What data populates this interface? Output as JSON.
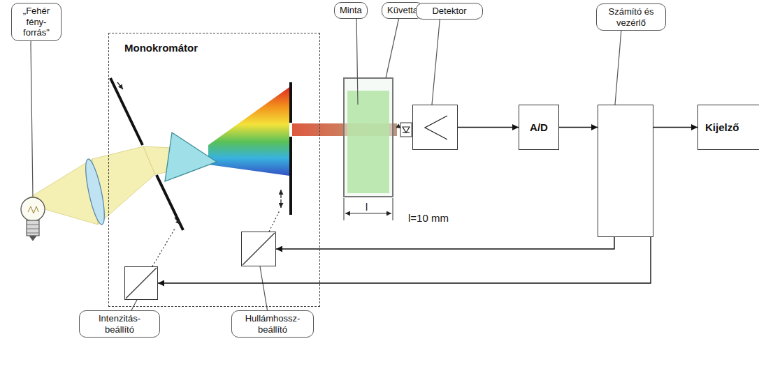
{
  "diagram": {
    "nodes": [
      {
        "text": [
          "Monokromátor"
        ]
      },
      {
        "text": [
          "„Fehér fény- forrás\""
        ]
      },
      {
        "text": [
          "Intenzitás- beállító"
        ],
        "in": 0
      },
      {
        "text": [
          "Hullámhossz- beállító"
        ],
        "in": 0
      },
      {
        "text": [
          "Minta"
        ]
      },
      {
        "text": [
          "Küvetta"
        ]
      },
      {
        "text": [
          "Detektor"
        ]
      },
      {
        "text": [
          "A/D"
        ]
      },
      {
        "text": [
          "Számító és vezérlő"
        ]
      },
      {
        "text": [
          "Kijelző"
        ]
      }
    ],
    "edges": [
      {
        "from": 6,
        "to": 7,
        "arrow": "to"
      },
      {
        "from": 7,
        "to": 8,
        "arrow": "to"
      },
      {
        "from": 8,
        "to": 9,
        "arrow": "to"
      },
      {
        "from": 8,
        "to": 3,
        "arrow": "to"
      },
      {
        "from": 8,
        "to": 2,
        "arrow": "to"
      }
    ],
    "labels": [
      "l",
      "l=10 mm"
    ]
  }
}
